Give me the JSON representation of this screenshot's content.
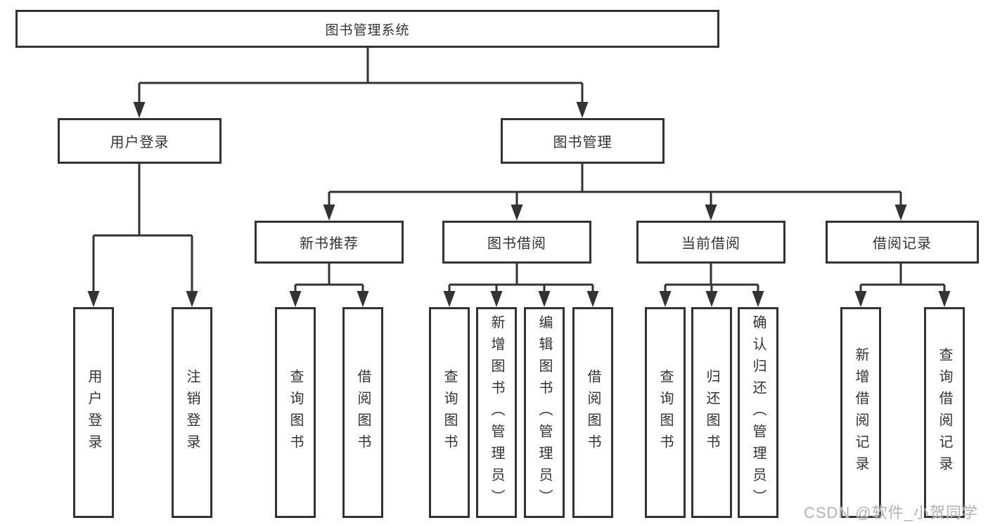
{
  "diagram": {
    "title": "图书管理系统",
    "nodes": {
      "root": "图书管理系统",
      "user_login": "用户登录",
      "book_mgmt": "图书管理",
      "new_book_rec": "新书推荐",
      "book_borrow": "图书借阅",
      "current_borrow": "当前借阅",
      "borrow_records": "借阅记录",
      "ul_login": "用户登录",
      "ul_logout": "注销登录",
      "nb_query": "查询图书",
      "nb_borrow": "借阅图书",
      "bb_query": "查询图书",
      "bb_add": "新增图书（管理员）",
      "bb_edit": "编辑图书（管理员）",
      "bb_lend": "借阅图书",
      "cb_query": "查询图书",
      "cb_return": "归还图书",
      "cb_confirm": "确认归还（管理员）",
      "br_add": "新增借阅记录",
      "br_query": "查询借阅记录"
    }
  },
  "watermark": {
    "text": "CSDN @软件_小贺同学"
  },
  "colors": {
    "line": "#333333",
    "text": "#333333",
    "watermark": "#b2b2b2",
    "background": "#ffffff"
  }
}
